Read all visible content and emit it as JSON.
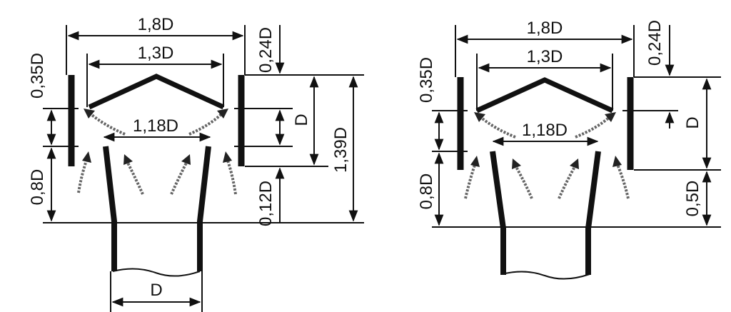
{
  "diagrams": [
    {
      "labels": {
        "width_outer": "1,8D",
        "width_cap": "1,3D",
        "width_throat": "1,18D",
        "left_top": "0,35D",
        "left_bottom": "0,8D",
        "right_top": "0,24D",
        "right_mid": "D",
        "right_low": "0,12D",
        "right_total": "1,39D",
        "pipe_width": "D"
      }
    },
    {
      "labels": {
        "width_outer": "1,8D",
        "width_cap": "1,3D",
        "width_throat": "1,18D",
        "left_top": "0,35D",
        "left_bottom": "0,8D",
        "right_top": "0,24D",
        "right_mid": "D",
        "right_low": "0,5D"
      }
    }
  ],
  "colors": {
    "ink": "#111111",
    "smoke": "#666666",
    "background": "#ffffff"
  }
}
